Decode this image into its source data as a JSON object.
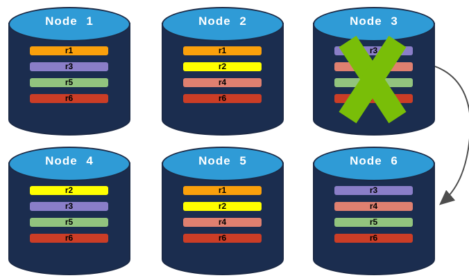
{
  "diagram": {
    "description": "Replicated database nodes with node failure and failover arrow",
    "colors": {
      "background": "#FFFFFF",
      "cylinder_body": "#1B2D4F",
      "cylinder_border": "#1C2A46",
      "cylinder_top": "#2F9BD6",
      "node_title_text": "#FFFFFF",
      "replica_label_text": "#000000",
      "failure_x": "#79BE08",
      "arrow": "#4D4D4D"
    },
    "replica_colors": {
      "r1": "#FAA00C",
      "r2": "#FFFF00",
      "r3": "#8A7EC8",
      "r4": "#DF8070",
      "r5": "#92C47E",
      "r6": "#CB3D26"
    },
    "nodes": [
      {
        "label": "Node 1",
        "replicas": [
          "r1",
          "r3",
          "r5",
          "r6"
        ],
        "failed": false
      },
      {
        "label": "Node 2",
        "replicas": [
          "r1",
          "r2",
          "r4",
          "r6"
        ],
        "failed": false
      },
      {
        "label": "Node 3",
        "replicas": [
          "r3",
          "r4",
          "r5",
          "r6"
        ],
        "failed": true
      },
      {
        "label": "Node 4",
        "replicas": [
          "r2",
          "r3",
          "r5",
          "r6"
        ],
        "failed": false
      },
      {
        "label": "Node 5",
        "replicas": [
          "r1",
          "r2",
          "r4",
          "r6"
        ],
        "failed": false
      },
      {
        "label": "Node 6",
        "replicas": [
          "r3",
          "r4",
          "r5",
          "r6"
        ],
        "failed": false
      }
    ],
    "arrow": {
      "from": "Node 3",
      "to": "Node 6"
    }
  }
}
